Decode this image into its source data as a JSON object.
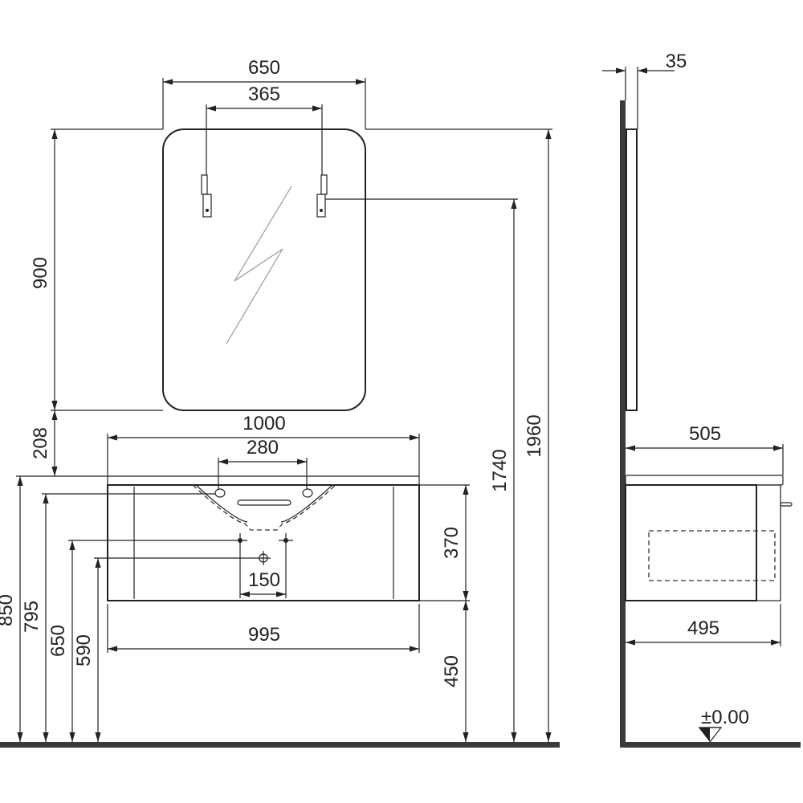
{
  "drawing": {
    "front_view": {
      "mirror_width": "650",
      "hanger_spacing": "365",
      "mirror_height": "900",
      "mirror_gap_above_top": "208",
      "basin_width": "1000",
      "tap_hole_spacing": "280",
      "cabinet_height": "370",
      "cabinet_bottom_height": "450",
      "cabinet_width": "995",
      "waste_spacing": "150",
      "hanger_height": "1740",
      "mirror_top_height": "1960",
      "basin_top_height": "850",
      "tap_height": "795",
      "supply_height": "650",
      "waste_height": "590"
    },
    "side_view": {
      "mirror_depth": "35",
      "basin_depth": "505",
      "cabinet_depth": "495",
      "floor_level": "±0.00"
    }
  }
}
